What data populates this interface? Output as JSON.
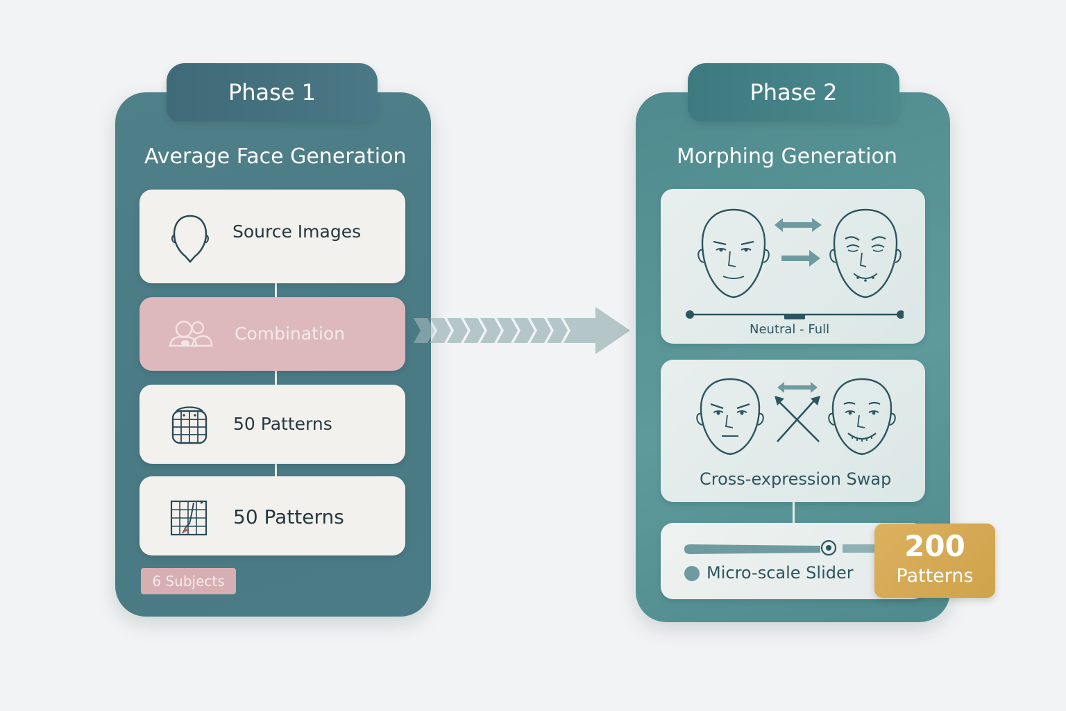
{
  "phase1": {
    "tab_label": "Phase 1",
    "heading": "Average Face Generation",
    "cards": [
      {
        "label": "Source Images",
        "icon": "face-outline-icon"
      },
      {
        "label": "Combination",
        "icon": "face-group-icon"
      },
      {
        "label": "50 Patterns",
        "icon": "face-grid-icon"
      },
      {
        "label": "50 Patterns",
        "icon": "grid-chart-icon"
      }
    ],
    "subjects_badge": "6 Subjects"
  },
  "phase2": {
    "tab_label": "Phase 2",
    "heading": "Morphing Generation",
    "morph_range_label": "Neutral  -  Full",
    "swap_label": "Cross-expression Swap",
    "slider_label": "Micro-scale Slider",
    "result_badge": {
      "count": "200",
      "unit": "Patterns"
    }
  },
  "colors": {
    "phase1_panel": "#4a7a84",
    "phase2_panel": "#5e9a9b",
    "card_bg": "#f2f1ed",
    "combination_bg": "#ddb9bd",
    "badge_gold": "#d4a853",
    "arrow": "#b4c6c8"
  }
}
